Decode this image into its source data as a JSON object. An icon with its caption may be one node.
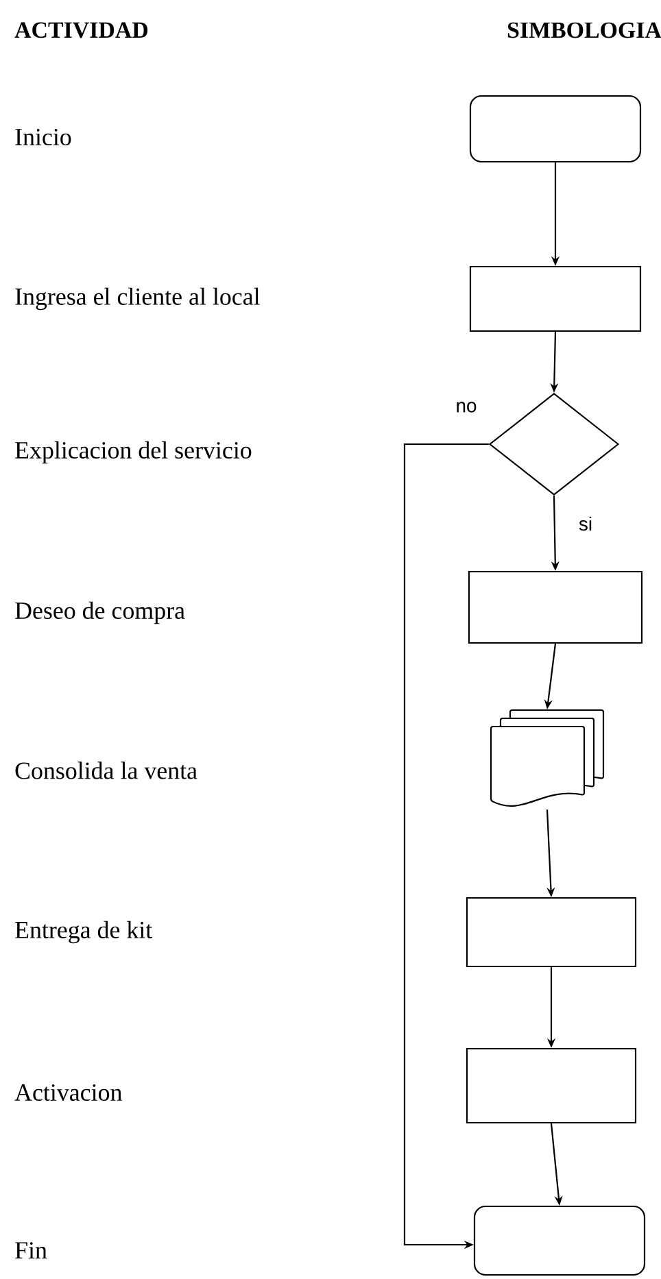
{
  "diagram": {
    "nodes": [
      {
        "text": [],
        "shape": "terminal"
      },
      {
        "text": [],
        "shape": "box"
      },
      {
        "text": [],
        "shape": "diamond"
      },
      {
        "text": [],
        "shape": "box"
      },
      {
        "text": [],
        "shape": "documents"
      },
      {
        "text": [],
        "shape": "box"
      },
      {
        "text": [],
        "shape": "box"
      },
      {
        "text": [],
        "shape": "terminal"
      }
    ],
    "edges": [
      {
        "from": 0,
        "to": 1,
        "arrow": "to"
      },
      {
        "from": 1,
        "to": 2,
        "arrow": "to"
      },
      {
        "from": 2,
        "to": 3,
        "arrow": "to",
        "label": "si"
      },
      {
        "from": 3,
        "to": 4,
        "arrow": "to"
      },
      {
        "from": 4,
        "to": 5,
        "arrow": "to"
      },
      {
        "from": 5,
        "to": 6,
        "arrow": "to"
      },
      {
        "from": 6,
        "to": 7,
        "arrow": "to"
      },
      {
        "from": 2,
        "to": 7,
        "arrow": "to",
        "label": "no"
      }
    ],
    "labels": [
      "ACTIVIDAD",
      "SIMBOLOGIA",
      "Inicio",
      "Ingresa el cliente al local",
      "Explicacion del servicio",
      "Deseo de compra",
      "Consolida la venta",
      "Entrega de kit",
      "Activacion",
      "Fin"
    ]
  }
}
